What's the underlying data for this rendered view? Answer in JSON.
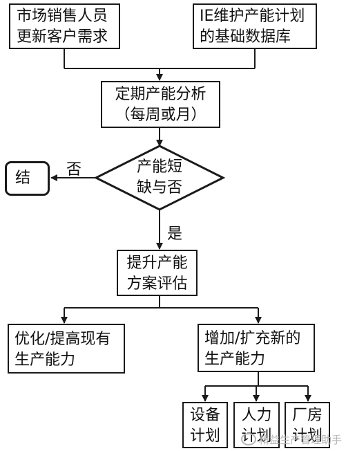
{
  "nodes": {
    "sales": {
      "line1": "市场销售人员",
      "line2": "更新客户需求"
    },
    "ie_db": {
      "line1": "IE维护产能计划",
      "line2": "的基础数据库"
    },
    "periodic_analysis": {
      "line1": "定期产能分析",
      "line2": "（每周或月）"
    },
    "decision": {
      "line1": "产能短",
      "line2": "缺与否"
    },
    "end": {
      "label": "结"
    },
    "plan_eval": {
      "line1": "提升产能",
      "line2": "方案评估"
    },
    "optimize": {
      "line1": "优化/提高现有",
      "line2": "生产能力"
    },
    "add_expand": {
      "line1": "增加/扩充新的",
      "line2": "生产能力"
    },
    "equipment": {
      "line1": "设备",
      "line2": "计划"
    },
    "manpower": {
      "line1": "人力",
      "line2": "计划"
    },
    "plant": {
      "line1": "厂房",
      "line2": "计划"
    }
  },
  "edge_labels": {
    "no": "否",
    "yes": "是"
  },
  "watermark": "精益生产管理助手"
}
